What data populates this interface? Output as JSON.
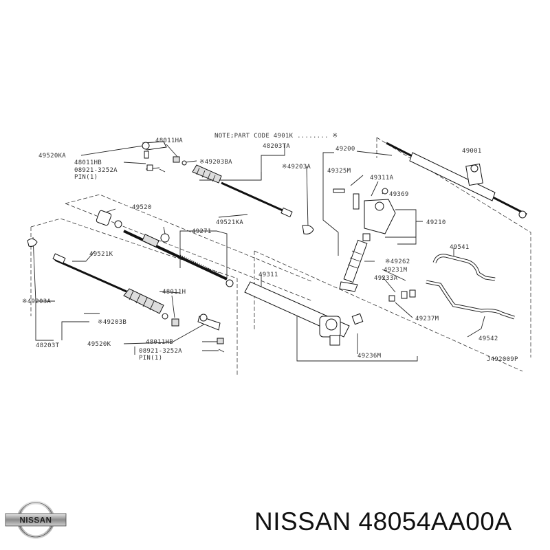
{
  "diagram": {
    "note": "NOTE;PART CODE 4901K ........ ※",
    "ref_code": "J492009P",
    "parts": {
      "p49520KA": "49520KA",
      "p48011HA": "48011HA",
      "p48011HB_top": "48011HB",
      "p08921_top": "08921-3252A",
      "pin_top": "PIN(1)",
      "p48203TA": "48203TA",
      "p49203BA": "※49203BA",
      "p49203A_top": "※49203A",
      "p49200": "49200",
      "p49001": "49001",
      "p49325M": "49325M",
      "p49311A": "49311A",
      "p49369": "49369",
      "p49520": "49520",
      "p49521KA": "49521KA",
      "p49210": "49210",
      "p49271": "49271",
      "p49541": "49541",
      "p49521K": "49521K",
      "p49262": "※49262",
      "p49231M": "49231M",
      "p49233A": "49233A",
      "p49311": "49311",
      "p49203A_left": "※49203A",
      "p48011H": "48011H",
      "p49237M": "49237M",
      "p49203B": "※49203B",
      "p49542": "49542",
      "p49520K": "49520K",
      "p48011HB_bottom": "48011HB",
      "p48203T": "48203T",
      "p08921_bottom": "08921-3252A",
      "pin_bottom": "PIN(1)",
      "p49236M": "49236M"
    }
  },
  "footer": {
    "logo_text": "NISSAN",
    "brand": "NISSAN",
    "part_number": "48054AA00A"
  }
}
